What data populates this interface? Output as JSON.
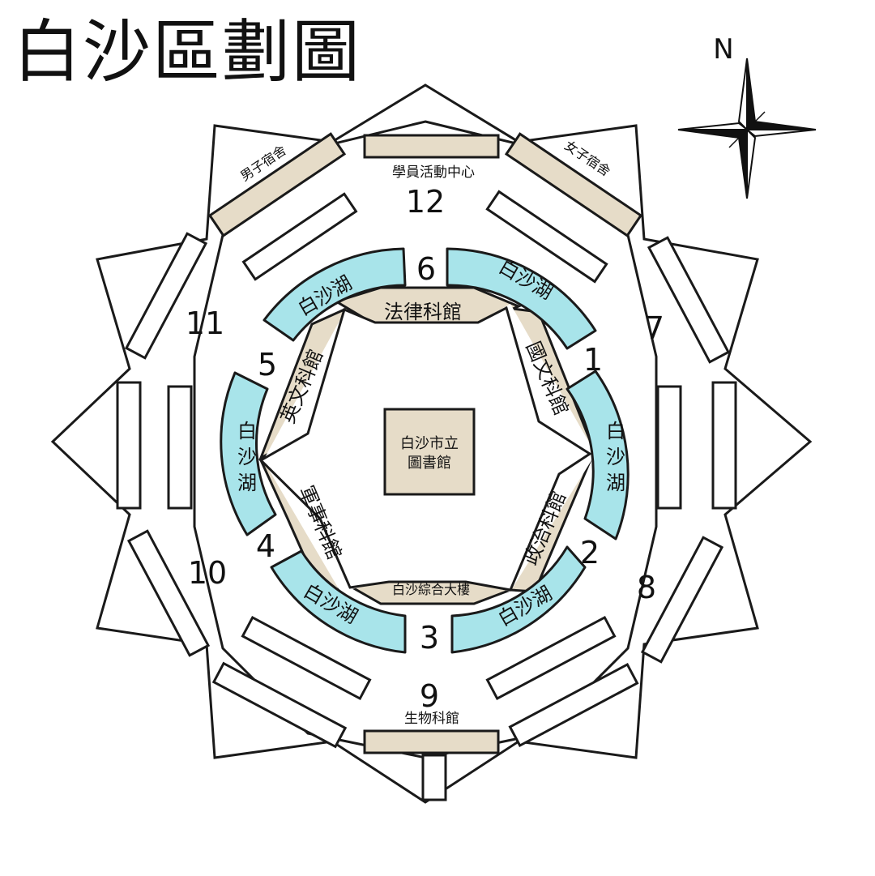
{
  "title": "白沙區劃圖",
  "compass": {
    "label": "N",
    "icon": "compass-rose-icon"
  },
  "colors": {
    "outline": "#1a1a1a",
    "building_tan": "#e6dcc8",
    "lake_blue": "#a8e4ea",
    "building_white": "#ffffff",
    "background": "#ffffff"
  },
  "center": {
    "line1": "白沙市立",
    "line2": "圖書館"
  },
  "inner_buildings": {
    "top": "法律科館",
    "upper_right": "國文科館",
    "lower_right": "政治科館",
    "bottom": "白沙綜合大樓",
    "lower_left": "軍事科館",
    "upper_left": "英文科館"
  },
  "lake_label": "白沙湖",
  "outer_buildings": {
    "north": "學員活動中心",
    "northwest": "男子宿舍",
    "northeast": "女子宿舍",
    "south": "生物科館"
  },
  "zones": [
    "1",
    "2",
    "3",
    "4",
    "5",
    "6",
    "7",
    "8",
    "9",
    "10",
    "11",
    "12"
  ]
}
